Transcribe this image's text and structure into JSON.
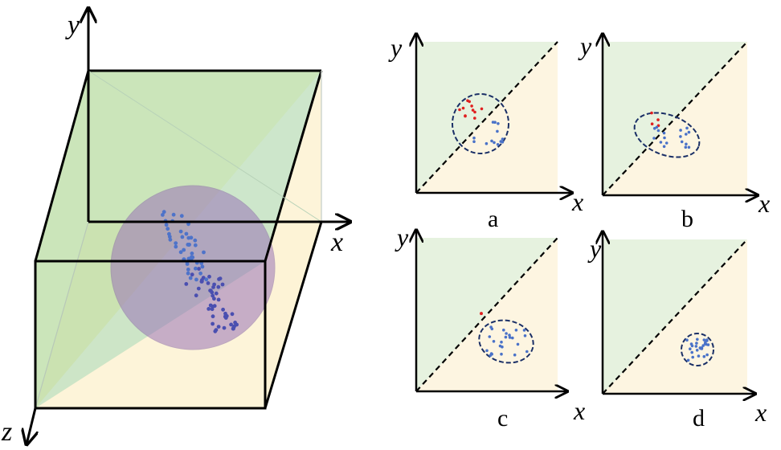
{
  "cube": {
    "x_label": "x",
    "y_label": "y",
    "z_label": "z",
    "colors": {
      "upper_region": "#b9dca3",
      "lower_region": "#fdf3d5",
      "sphere": "#9a74b8",
      "points": "#4e73c9",
      "frame": "#000000"
    }
  },
  "panels": [
    {
      "letter": "a",
      "x_label": "x",
      "y_label": "y"
    },
    {
      "letter": "b",
      "x_label": "x",
      "y_label": "y"
    },
    {
      "letter": "c",
      "x_label": "x",
      "y_label": "y"
    },
    {
      "letter": "d",
      "x_label": "x",
      "y_label": "y"
    }
  ],
  "colors": {
    "upper_triangle": "#e6f2df",
    "lower_triangle": "#fdf5e1",
    "blue_points": "#4a72c8",
    "red_points": "#e02020",
    "ellipse_stroke": "#1a2f66"
  }
}
